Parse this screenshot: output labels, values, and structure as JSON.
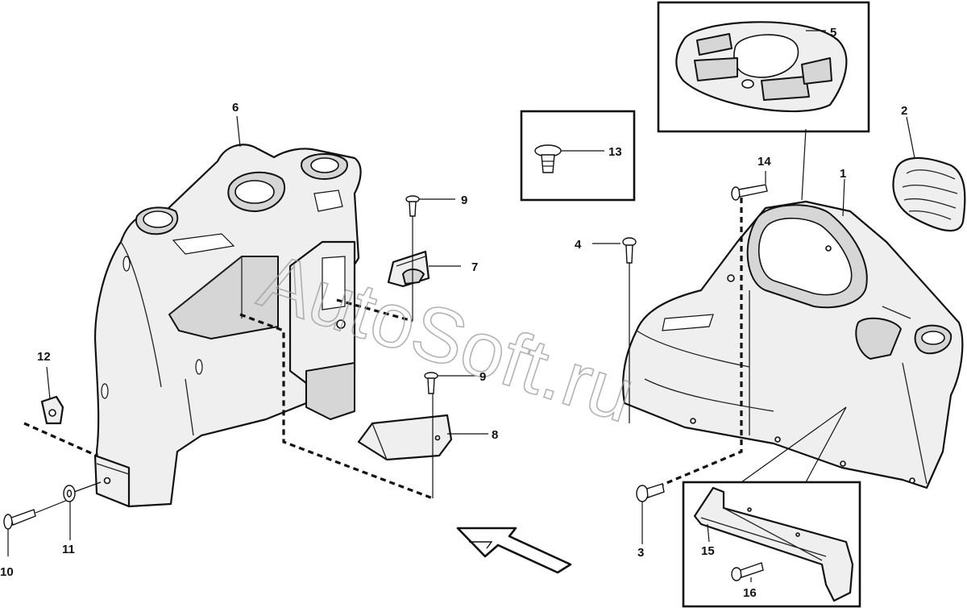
{
  "watermark": "AutoSoft.ru",
  "callouts": {
    "c1": "1",
    "c2": "2",
    "c3": "3",
    "c4": "4",
    "c5": "5",
    "c6": "6",
    "c7": "7",
    "c8": "8",
    "c9a": "9",
    "c9b": "9",
    "c10": "10",
    "c11": "11",
    "c12": "12",
    "c13": "13",
    "c14": "14",
    "c15": "15",
    "c16": "16"
  },
  "colors": {
    "line": "#111111",
    "part_fill": "#efefef",
    "watermark": "#9a9a9a"
  },
  "icons": {
    "direction": "forward-arrow-icon"
  }
}
